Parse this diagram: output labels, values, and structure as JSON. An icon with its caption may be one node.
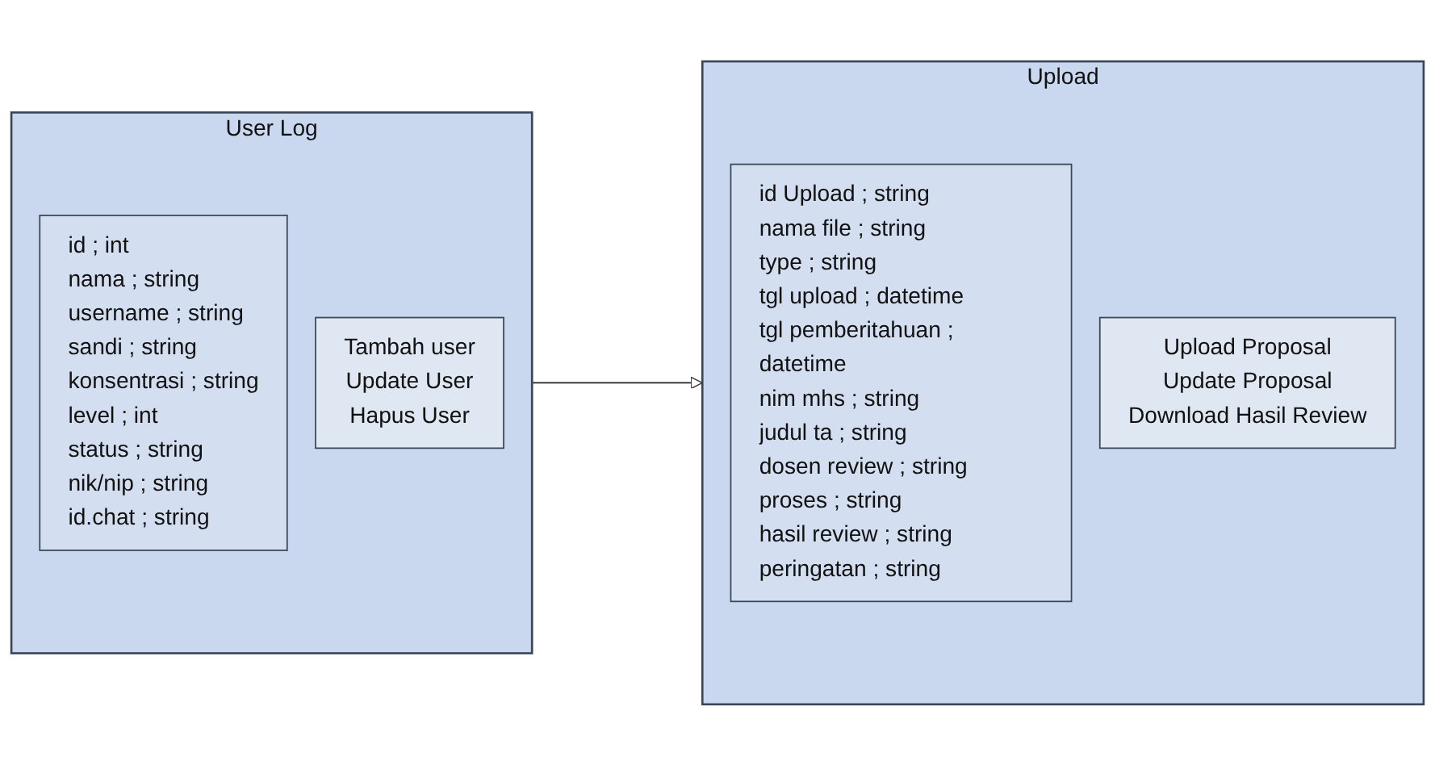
{
  "diagram": {
    "nodes": [
      {
        "text": [
          "User Log"
        ]
      },
      {
        "text": [
          "id ; int",
          "nama ; string",
          "username ; string",
          "sandi ; string",
          "konsentrasi ; string",
          "level ; int",
          "status ; string",
          "nik/nip ; string",
          "id.chat ; string"
        ],
        "in": 0
      },
      {
        "text": [
          "Tambah user",
          "Update User",
          "Hapus User"
        ],
        "in": 0
      },
      {
        "text": [
          "Upload"
        ]
      },
      {
        "text": [
          "id Upload ; string",
          "nama file ; string",
          "type ; string",
          "tgl upload ; datetime",
          "tgl pemberitahuan ; datetime",
          "nim mhs ; string",
          "judul ta ; string",
          "dosen review ; string",
          "proses ; string",
          "hasil review ; string",
          "peringatan ; string"
        ],
        "in": 3
      },
      {
        "text": [
          "Upload Proposal",
          "Update Proposal",
          "Download Hasil Review"
        ],
        "in": 3
      }
    ],
    "edges": [
      {
        "from": 0,
        "to": 3,
        "arrow": "to"
      }
    ]
  }
}
